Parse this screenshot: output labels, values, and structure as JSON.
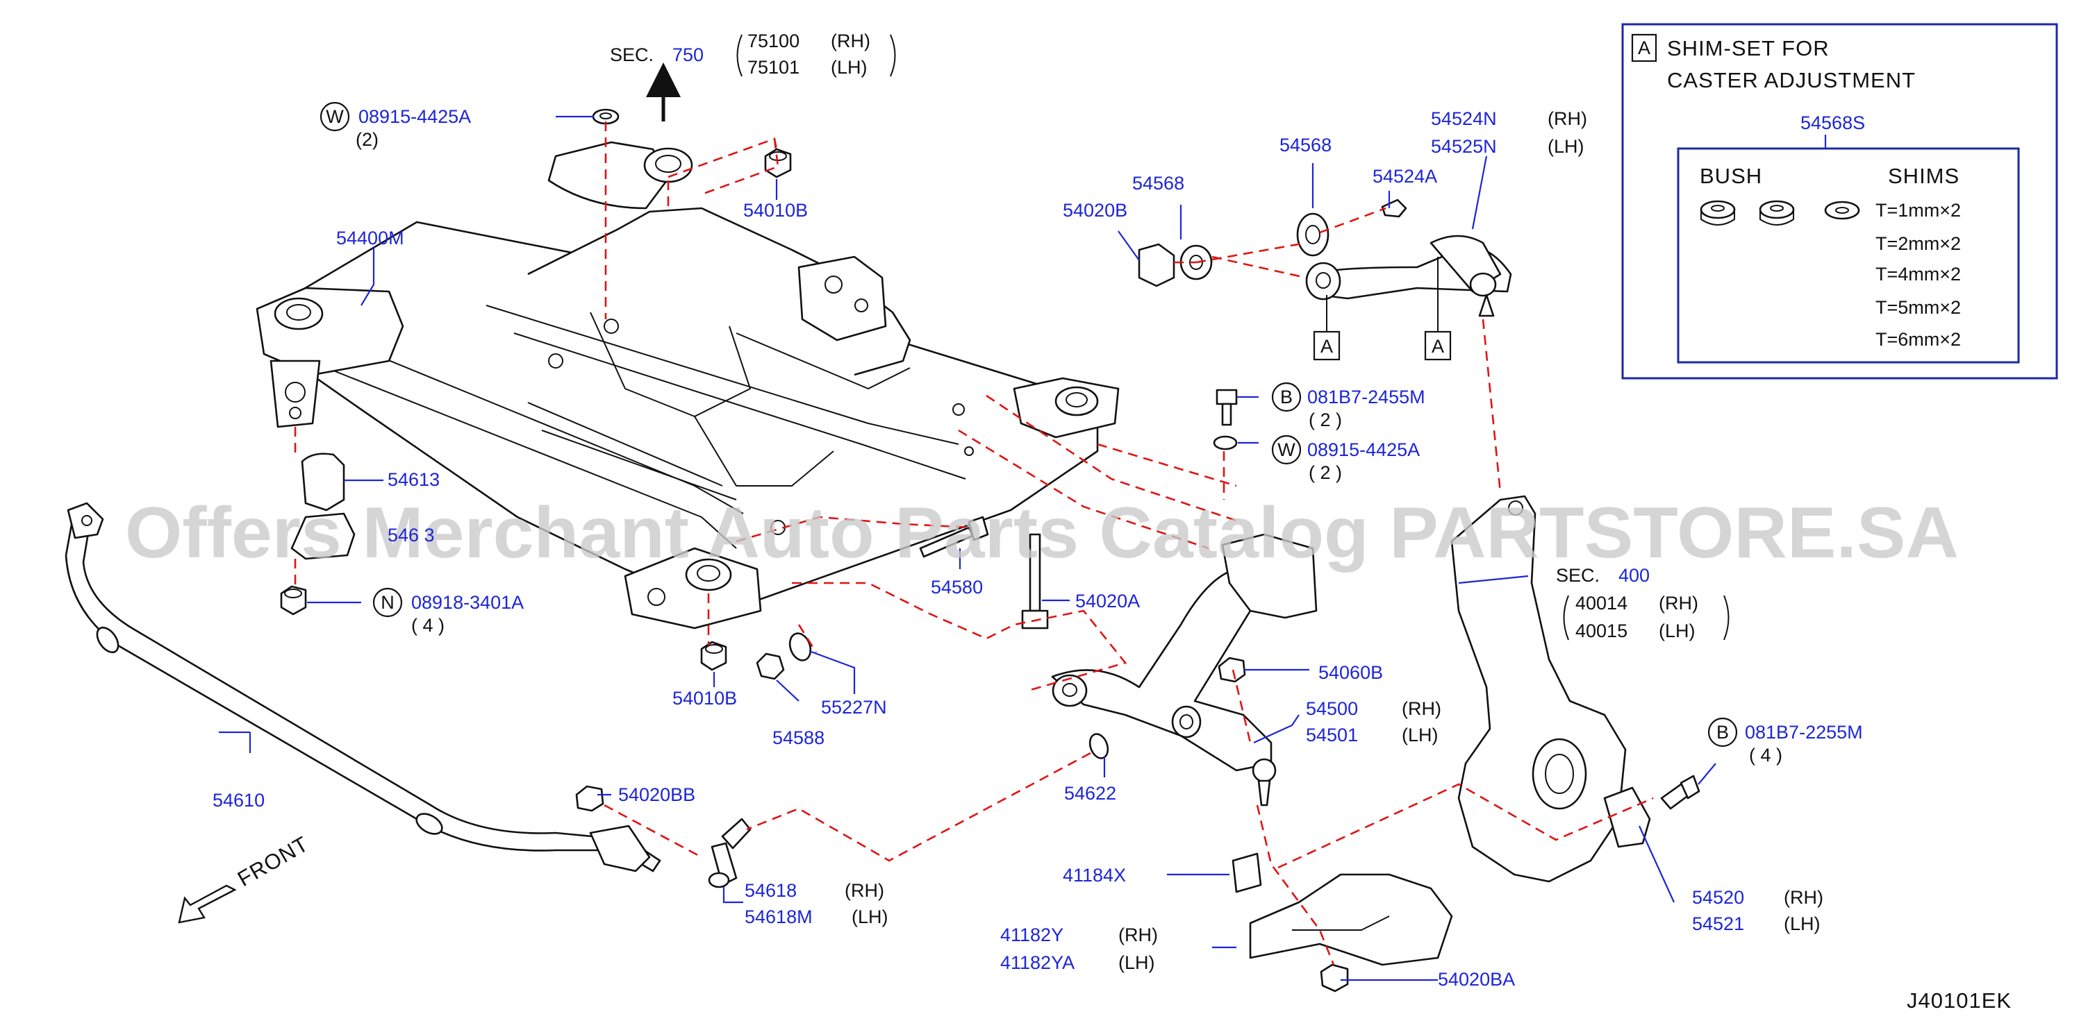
{
  "diagram_code": "J40101EK",
  "watermark": "Offers Merchant Auto Parts Catalog PARTSTORE.SA",
  "front_label": "FRONT",
  "sec_750": {
    "prefix": "SEC.",
    "number": "750",
    "refs": [
      {
        "code": "75100",
        "side": "(RH)"
      },
      {
        "code": "75101",
        "side": "(LH)"
      }
    ]
  },
  "sec_400": {
    "prefix": "SEC.",
    "number": "400",
    "refs": [
      {
        "code": "40014",
        "side": "(RH)"
      },
      {
        "code": "40015",
        "side": "(LH)"
      }
    ]
  },
  "parts": {
    "p08915_top": {
      "symbol": "W",
      "code": "08915-4425A",
      "qty": "(2)"
    },
    "p54010B_top": {
      "code": "54010B"
    },
    "p54400M": {
      "code": "54400M"
    },
    "p54613": {
      "code": "54613"
    },
    "p54613_obscured": {
      "code": "546 3"
    },
    "p08918": {
      "symbol": "N",
      "code": "08918-3401A",
      "qty": "( 4 )"
    },
    "p54610": {
      "code": "54610"
    },
    "p54010B_bot": {
      "code": "54010B"
    },
    "p54588": {
      "code": "54588"
    },
    "p55227N": {
      "code": "55227N"
    },
    "p54580": {
      "code": "54580"
    },
    "p54020A": {
      "code": "54020A"
    },
    "p081B7_mid": {
      "symbol": "B",
      "code": "081B7-2455M",
      "qty": "( 2 )"
    },
    "p08915_mid": {
      "symbol": "W",
      "code": "08915-4425A",
      "qty": "( 2 )"
    },
    "p54020B": {
      "code": "54020B"
    },
    "p54568_a": {
      "code": "54568"
    },
    "p54568_b": {
      "code": "54568"
    },
    "p54524A": {
      "code": "54524A"
    },
    "p54524N": {
      "code": "54524N",
      "side": "(RH)"
    },
    "p54525N": {
      "code": "54525N",
      "side": "(LH)"
    },
    "p54060B": {
      "code": "54060B"
    },
    "p54500": {
      "code": "54500",
      "side": "(RH)"
    },
    "p54501": {
      "code": "54501",
      "side": "(LH)"
    },
    "p54622": {
      "code": "54622"
    },
    "p54020BB": {
      "code": "54020BB"
    },
    "p54618": {
      "code": "54618",
      "side": "(RH)"
    },
    "p54618M": {
      "code": "54618M",
      "side": "(LH)"
    },
    "p41184X": {
      "code": "41184X"
    },
    "p41182Y": {
      "code": "41182Y",
      "side": "(RH)"
    },
    "p41182YA": {
      "code": "41182YA",
      "side": "(LH)"
    },
    "p54020BA": {
      "code": "54020BA"
    },
    "p081B7_right": {
      "symbol": "B",
      "code": "081B7-2255M",
      "qty": "( 4 )"
    },
    "p54520": {
      "code": "54520",
      "side": "(RH)"
    },
    "p54521": {
      "code": "54521",
      "side": "(LH)"
    }
  },
  "callout_A": "A",
  "shim_box": {
    "marker": "A",
    "title_line1": "SHIM-SET  FOR",
    "title_line2": "CASTER  ADJUSTMENT",
    "kit_code": "54568S",
    "col_bush": "BUSH",
    "col_shims": "SHIMS",
    "shims": [
      "T=1mm×2",
      "T=2mm×2",
      "T=4mm×2",
      "T=5mm×2",
      "T=6mm×2"
    ]
  }
}
